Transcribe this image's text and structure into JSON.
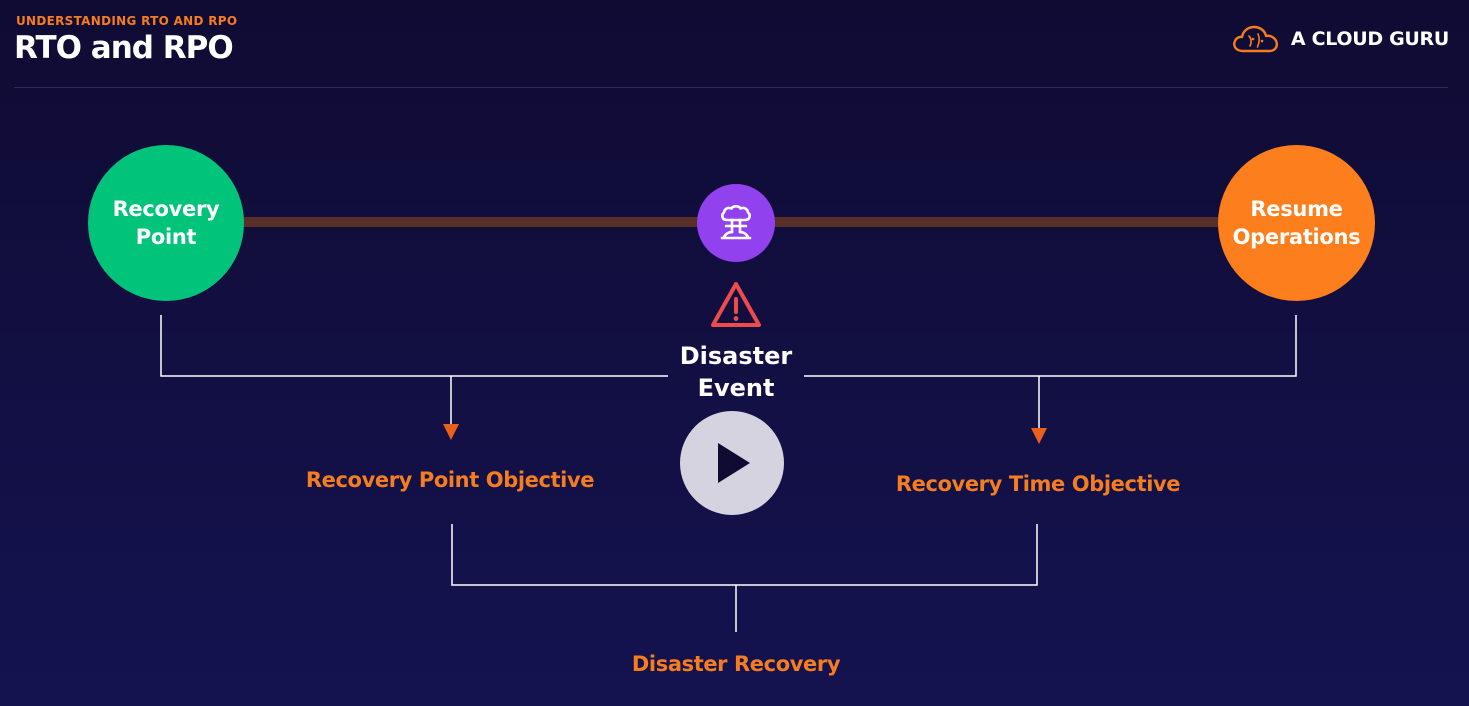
{
  "header": {
    "eyebrow": "UNDERSTANDING RTO AND RPO",
    "title": "RTO and RPO",
    "brand_name": "A CLOUD GURU"
  },
  "diagram": {
    "recovery_point": "Recovery Point",
    "resume_operations": "Resume Operations",
    "disaster_event": "Disaster Event",
    "rpo_label": "Recovery Point Objective",
    "rto_label": "Recovery Time Objective",
    "dr_label": "Disaster Recovery"
  },
  "icons": {
    "disaster": "mushroom-cloud-icon",
    "warning": "warning-triangle-icon",
    "play": "play-icon",
    "brand": "cloud-logo-icon"
  },
  "colors": {
    "background": "#100b33",
    "accent_orange": "#f57d20",
    "green": "#02c37a",
    "orange_circle": "#fd7e1d",
    "purple": "#9141ee",
    "timeline": "#5a2f2a",
    "warning_red": "#f04b4b",
    "connector": "#ffffff"
  }
}
